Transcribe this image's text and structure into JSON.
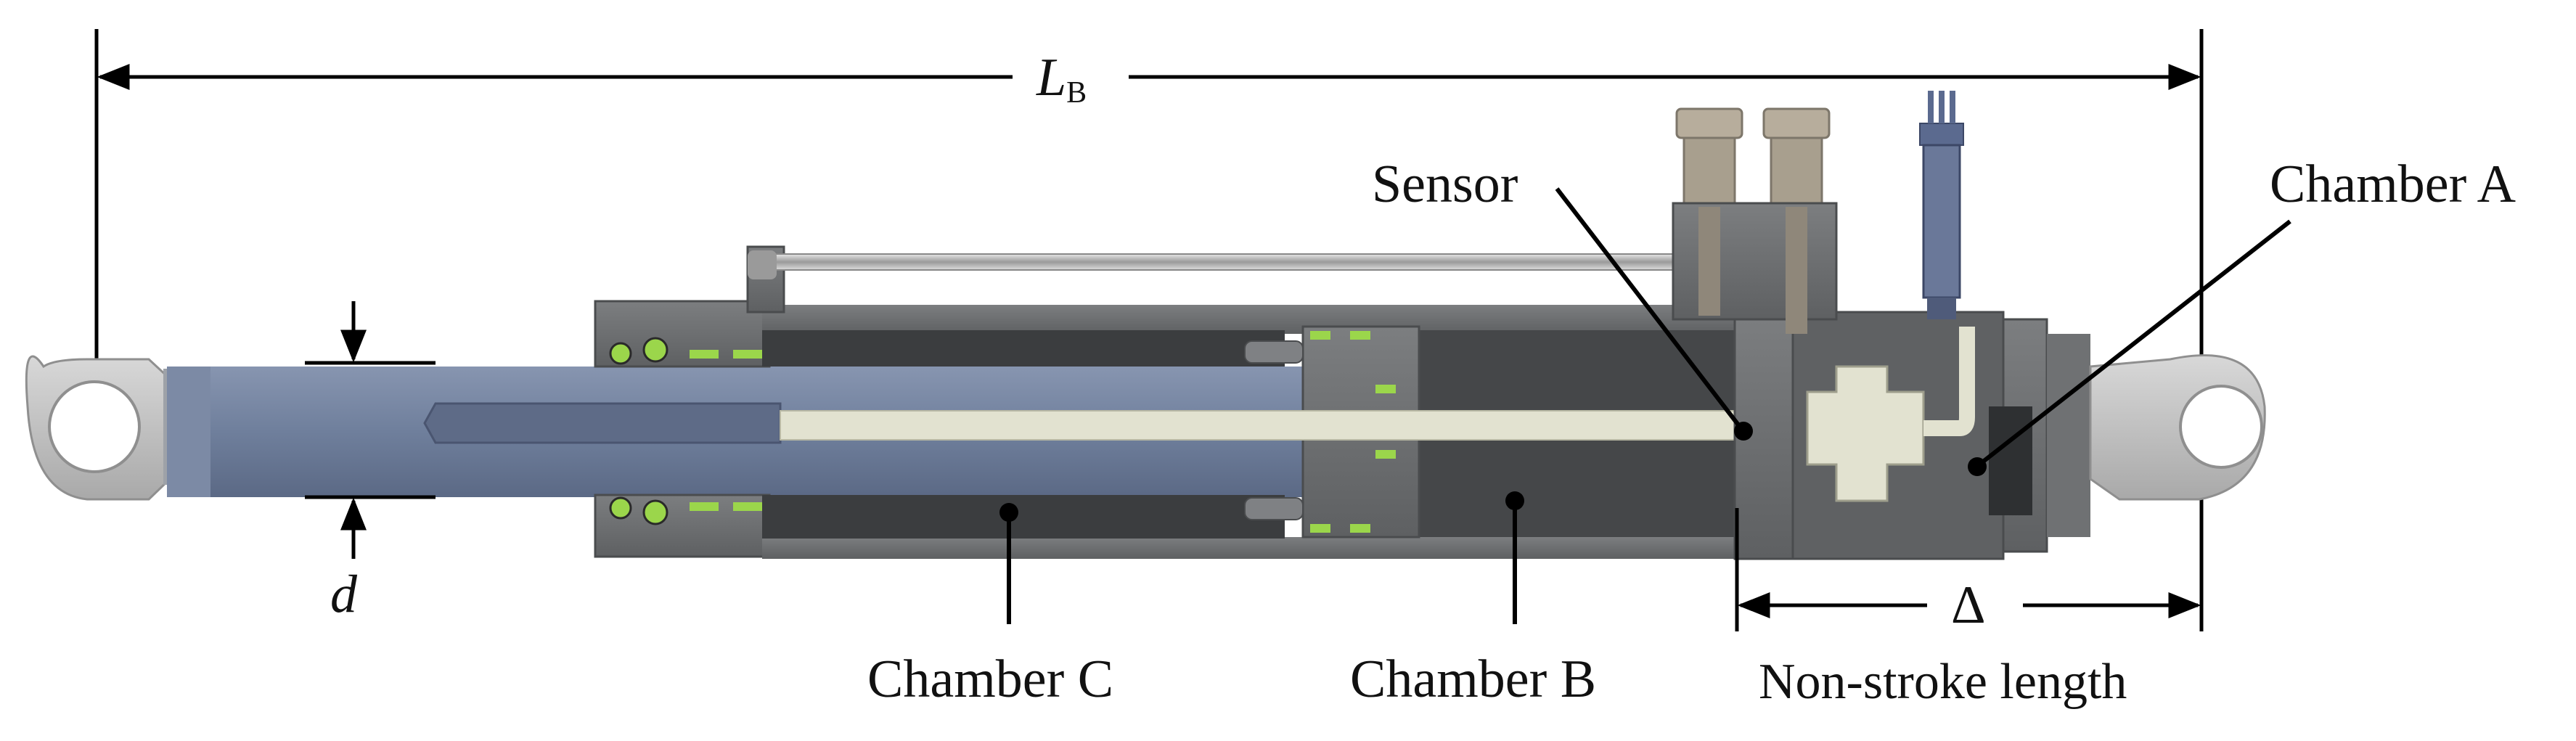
{
  "labels": {
    "overall_length_symbol": "L",
    "overall_length_subscript": "B",
    "diameter_symbol": "d",
    "sensor": "Sensor",
    "chamber_a": "Chamber A",
    "chamber_b": "Chamber B",
    "chamber_c": "Chamber C",
    "delta_symbol": "Δ",
    "non_stroke_length": "Non-stroke length"
  },
  "colors": {
    "rod": "#6f7f9c",
    "rod_dark": "#56637d",
    "body": "#6c6e70",
    "body_dark": "#4a4c4e",
    "chamber": "#3a3c3e",
    "sensor_rod": "#e2e2d0",
    "clevis": "#c4c4c4",
    "seal": "#9bd64b",
    "fitting": "#b7ad9c",
    "connector": "#5b6a8f"
  }
}
